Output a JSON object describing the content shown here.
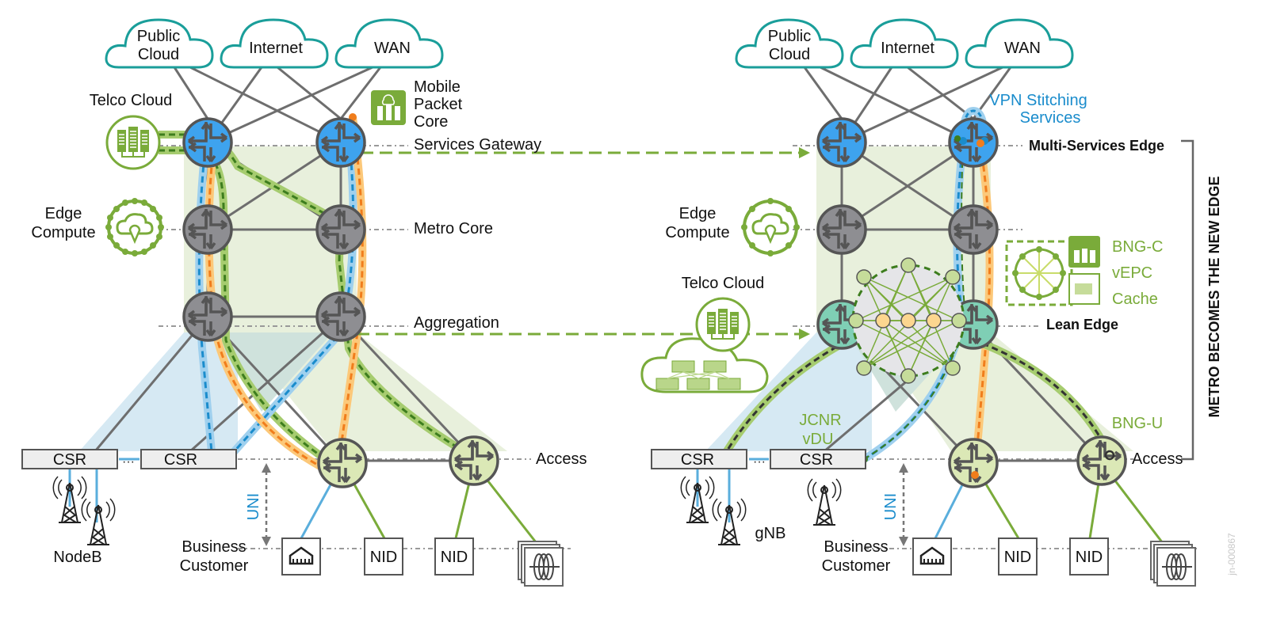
{
  "colors": {
    "cloud_stroke": "#1a9e9a",
    "router_blue": "#3ea3ee",
    "router_gray": "#8e8e92",
    "router_lightgreen": "#dbe8b6",
    "router_teal": "#7fcfb5",
    "router_stroke": "#555555",
    "link_gray": "#6e6e6e",
    "accent_green": "#7aab3a",
    "dark_green": "#3d7d1e",
    "path_blue": "#1a8ccc",
    "path_blue_halo": "#9fd0ee",
    "path_orange": "#f07d1c",
    "path_orange_halo": "#fcc879",
    "path_green_halo": "#a6cc6f",
    "zone_green": "#e8f0dc",
    "zone_blue": "#d6e9f3",
    "label_blue": "#1a8ccc"
  },
  "left": {
    "clouds": [
      "Public Cloud",
      "Internet",
      "WAN"
    ],
    "telco_cloud": "Telco Cloud",
    "mobile_packet_core": [
      "Mobile",
      "Packet",
      "Core"
    ],
    "edge_compute": [
      "Edge",
      "Compute"
    ],
    "layers": {
      "services_gateway": "Services Gateway",
      "metro_core": "Metro Core",
      "aggregation": "Aggregation",
      "access": "Access"
    },
    "csr": [
      "CSR",
      "CSR"
    ],
    "uni": "UNI",
    "nodeb": "NodeB",
    "business_customer": [
      "Business",
      "Customer"
    ],
    "nid": [
      "NID",
      "NID"
    ]
  },
  "right": {
    "clouds": [
      "Public Cloud",
      "Internet",
      "WAN"
    ],
    "vpn_stitching": [
      "VPN Stitching",
      "Services"
    ],
    "edge_compute": [
      "Edge",
      "Compute"
    ],
    "telco_cloud": "Telco Cloud",
    "services_box": [
      "BNG-C",
      "vEPC",
      "Cache"
    ],
    "layers": {
      "multi_services_edge": "Multi-Services Edge",
      "lean_edge": "Lean Edge",
      "access": "Access"
    },
    "jcnr": [
      "JCNR",
      "vDU"
    ],
    "bng_u": "BNG-U",
    "csr": [
      "CSR",
      "CSR"
    ],
    "uni": "UNI",
    "gnb": "gNB",
    "business_customer": [
      "Business",
      "Customer"
    ],
    "nid": [
      "NID",
      "NID"
    ],
    "bracket_title": "METRO BECOMES THE NEW EDGE"
  },
  "watermark": "jn-000867"
}
